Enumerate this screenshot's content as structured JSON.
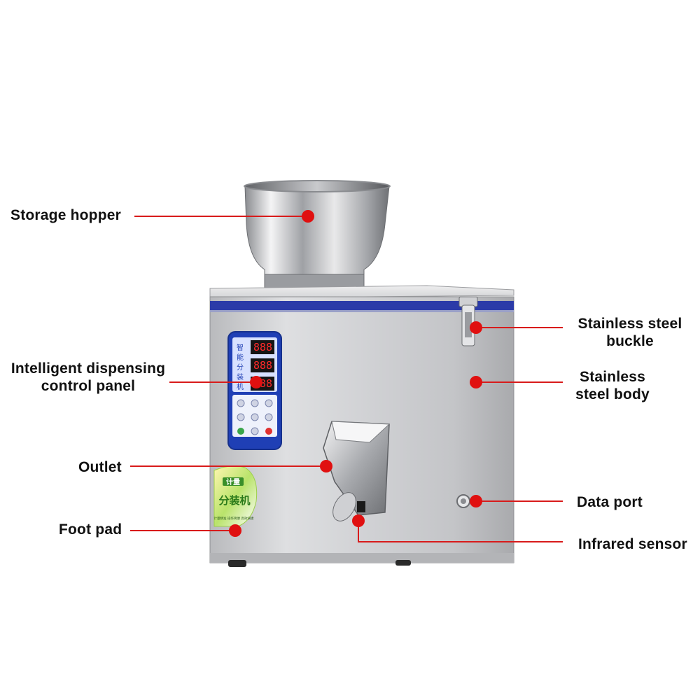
{
  "labels": {
    "storage_hopper": "Storage hopper",
    "control_panel_line1": "Intelligent dispensing",
    "control_panel_line2": "control panel",
    "outlet": "Outlet",
    "foot_pad": "Foot pad",
    "buckle_line1": "Stainless steel",
    "buckle_line2": "buckle",
    "body_line1": "Stainless",
    "body_line2": "steel body",
    "data_port": "Data port",
    "infrared_sensor": "Infrared sensor"
  },
  "badge": {
    "line1": "计量",
    "line2": "分装机",
    "tagline": "计量精准 操作简便 高效快捷"
  },
  "panel_header": [
    "智",
    "能",
    "分",
    "装",
    "机"
  ],
  "colors": {
    "callout_line": "#d81b1b",
    "callout_dot": "#e01010",
    "body_steel": "#c9cacd",
    "blue_stripe": "#2b3ba8",
    "panel_blue": "#1f3fb5",
    "led_red": "#ff2a2a",
    "badge_green": "#6fbf2a"
  }
}
